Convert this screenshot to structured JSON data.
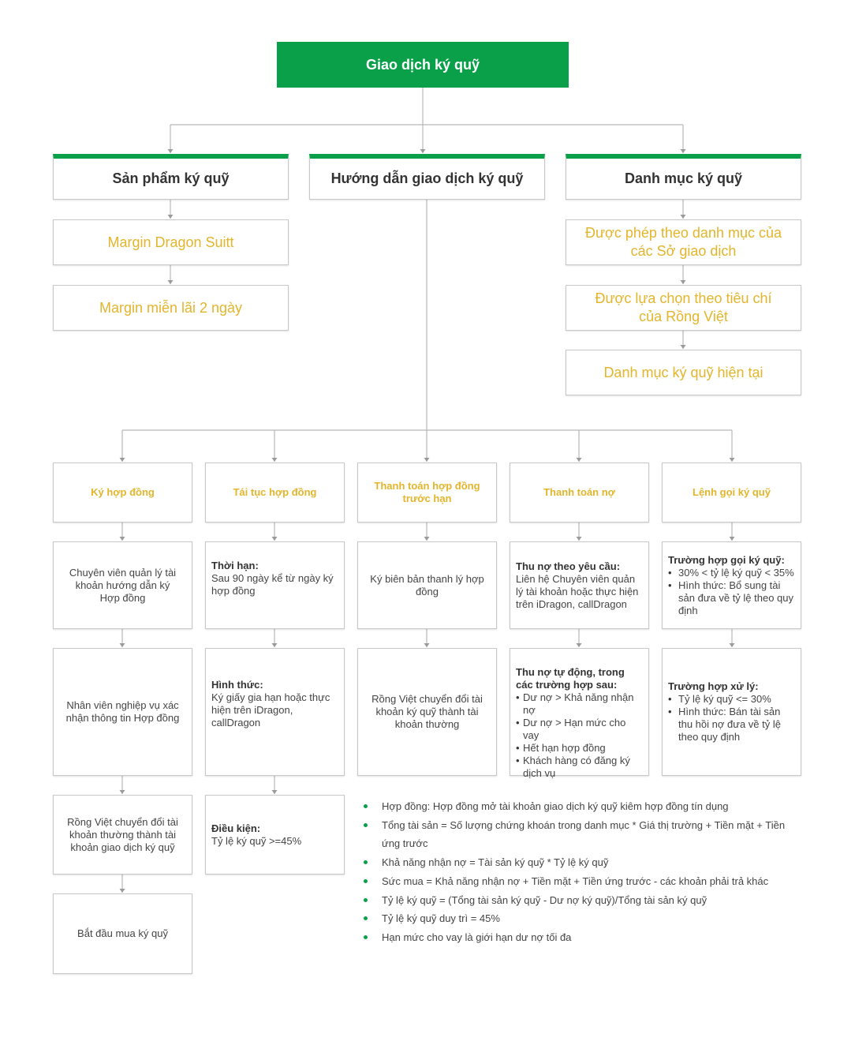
{
  "title": "Giao dịch ký quỹ",
  "categories": [
    {
      "label": "Sản phẩm ký quỹ"
    },
    {
      "label": "Hướng dẫn giao dịch ký quỹ"
    },
    {
      "label": "Danh mục ký quỹ"
    }
  ],
  "products": [
    "Margin Dragon Suitt",
    "Margin miễn lãi 2 ngày"
  ],
  "portfolio": [
    "Được phép theo danh mục của các Sở giao dịch",
    "Được lựa chọn theo tiêu chí của Rồng Việt",
    "Danh mục ký quỹ hiện tại"
  ],
  "steps": [
    {
      "label": "Ký hợp đồng"
    },
    {
      "label": "Tái tục hợp đồng"
    },
    {
      "label": "Thanh toán hợp đồng trước hạn"
    },
    {
      "label": "Thanh toán nợ"
    },
    {
      "label": "Lệnh gọi ký quỹ"
    }
  ],
  "details": {
    "sign_1": "Chuyên viên quản lý tài khoản hướng dẫn ký Hợp đồng",
    "sign_2": "Nhân viên nghiệp vụ xác nhận thông tin Hợp đồng",
    "sign_3": "Rồng Việt chuyển đổi tài khoản thường thành tài khoản giao dịch ký quỹ",
    "sign_4": "Bắt đầu mua ký quỹ",
    "renew_1_title": "Thời hạn:",
    "renew_1_text": "Sau 90 ngày kể từ ngày ký hợp đồng",
    "renew_2_title": "Hình thức:",
    "renew_2_text": "Ký giấy gia hạn hoặc thực hiện trên iDragon, callDragon",
    "renew_3_title": "Điều kiện:",
    "renew_3_text": "Tỷ lệ ký quỹ >=45%",
    "early_1": "Ký biên bản thanh lý hợp đồng",
    "early_2": "Rồng Việt chuyển đổi tài khoản ký quỹ thành tài khoản thường",
    "debt_1_title": "Thu nợ theo yêu cầu:",
    "debt_1_text": "Liên hệ Chuyên viên quản lý tài khoản hoặc thực hiện trên iDragon, callDragon",
    "debt_2_title": "Thu nợ tự động, trong các trường hợp sau:",
    "debt_2_items": [
      "Dư nợ > Khả năng nhận nợ",
      "Dư nợ > Hạn mức cho vay",
      "Hết hạn hợp đồng",
      "Khách hàng có đăng ký dịch vụ"
    ],
    "call_1_title": "Trường hợp gọi ký quỹ:",
    "call_1_items": [
      "30% < tỷ lệ ký quỹ < 35%",
      "Hình thức: Bổ sung tài sản đưa về tỷ lệ theo quy định"
    ],
    "call_2_title": "Trường hợp xử lý:",
    "call_2_items": [
      "Tỷ lệ ký quỹ <= 30%",
      "Hình thức: Bán tài sản thu hồi nợ đưa về tỷ lệ theo quy định"
    ]
  },
  "notes": [
    "Hợp đồng: Hợp đồng mở tài khoản giao dịch ký quỹ kiêm hợp đồng tín dụng",
    "Tổng tài sản = Số lượng chứng khoán trong danh mục * Giá thị trường + Tiền mặt + Tiền ứng trước",
    "Khả năng nhận nợ = Tài sản ký quỹ * Tỷ lệ ký quỹ",
    "Sức mua = Khả năng nhận nợ + Tiền mặt + Tiền ứng trước - các khoản phải trả khác",
    "Tỷ lệ ký quỹ = (Tổng tài sản ký quỹ - Dư nợ ký quỹ)/Tổng tài sản ký quỹ",
    "Tỷ lệ ký quỹ duy trì = 45%",
    "Hạn mức cho vay là giới hạn dư nợ tối đa"
  ],
  "colors": {
    "accent_green": "#0aa04a",
    "gold_text": "#e2b52c",
    "connector": "#b8b8b8"
  }
}
